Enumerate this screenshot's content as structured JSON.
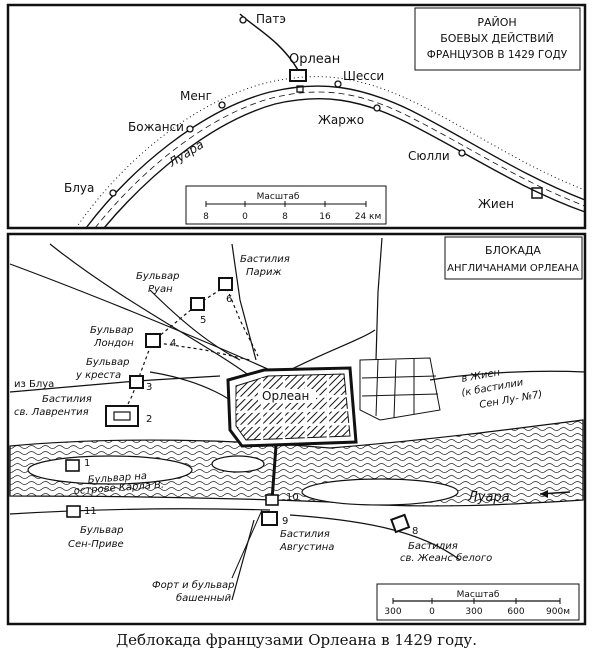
{
  "top_map": {
    "title_lines": [
      "РАЙОН",
      "БОЕВЫХ ДЕЙСТВИЙ",
      "ФРАНЦУЗОВ В 1429 ГОДУ"
    ],
    "places": {
      "pate": "Патэ",
      "orlean": "Орлеан",
      "shessi": "Шесси",
      "meng": "Менг",
      "bozhansi": "Божанси",
      "zharzho": "Жаржо",
      "syulli": "Сюлли",
      "blua": "Блуа",
      "zhien": "Жиен"
    },
    "river": "Луара",
    "scale": {
      "title": "Масштаб",
      "ticks": [
        "8",
        "0",
        "8",
        "16",
        "24 км"
      ]
    }
  },
  "bottom_map": {
    "title_lines": [
      "БЛОКАДА",
      "АНГЛИЧАНАМИ ОРЛЕАНА"
    ],
    "city": "Орлеан",
    "river": "Луара",
    "labels": {
      "bastion_paris": [
        "Бастилия",
        "Париж"
      ],
      "boulevard_rouen": [
        "Бульвар",
        "Руан"
      ],
      "boulevard_london": [
        "Бульвар",
        "Лондон"
      ],
      "boulevard_cross": [
        "Бульвар",
        "у креста"
      ],
      "from_blua": "из Блуа",
      "bastion_laurent": [
        "Бастилия",
        "св. Лаврентия"
      ],
      "to_zhien": [
        "в Жиен",
        "(к бастилии",
        "Сен Лу- №7)"
      ],
      "boulevard_island": [
        "Бульвар на",
        "острове Карла В."
      ],
      "boulevard_st_prive": [
        "Бульвар",
        "Сен-Приве"
      ],
      "bastion_augustin": [
        "Бастилия",
        "Августина"
      ],
      "bastion_st_jean": [
        "Бастилия",
        "св. Жеанс белого"
      ],
      "fort_tourelles": [
        "Форт и бульвар",
        "башенный"
      ]
    },
    "numbers": [
      "1",
      "2",
      "3",
      "4",
      "5",
      "6",
      "8",
      "9",
      "10",
      "11"
    ],
    "scale": {
      "title": "Масштаб",
      "ticks": [
        "300",
        "0",
        "300",
        "600",
        "900м"
      ]
    }
  },
  "caption": "Деблокада французами Орлеана в 1429 году."
}
